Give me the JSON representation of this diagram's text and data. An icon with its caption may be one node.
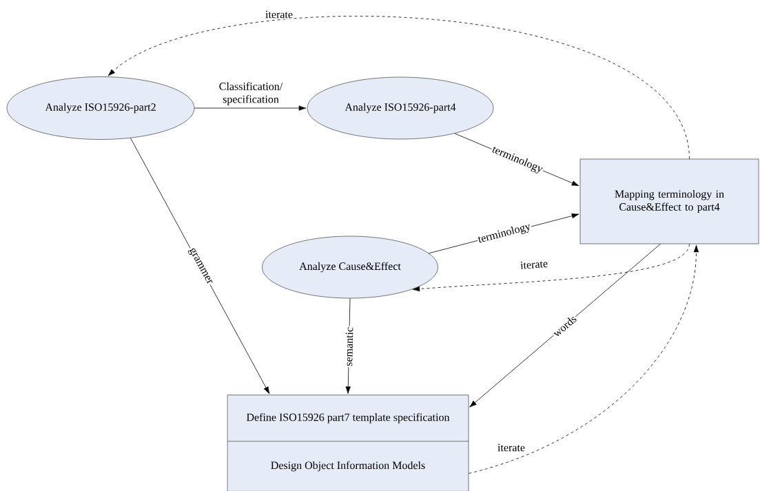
{
  "diagram": {
    "nodes": [
      {
        "text": [
          "Analyze ISO15926-part2"
        ]
      },
      {
        "text": [
          "Analyze ISO15926-part4"
        ]
      },
      {
        "text": [
          "Mapping terminology in Cause&Effect to part4"
        ]
      },
      {
        "text": [
          "Analyze Cause&Effect"
        ]
      },
      {
        "text": [
          "Define ISO15926 part7 template specification",
          "Design Object Information Models"
        ]
      }
    ],
    "edges": [
      {
        "from": 0,
        "to": 1,
        "arrow": "to",
        "label": "Classification/ specification"
      },
      {
        "from": 1,
        "to": 2,
        "arrow": "to",
        "label": "terminology"
      },
      {
        "from": 3,
        "to": 2,
        "arrow": "to",
        "label": "terminology"
      },
      {
        "from": 2,
        "to": 0,
        "arrow": "to",
        "label": "iterate",
        "style": "dashed"
      },
      {
        "from": 2,
        "to": 3,
        "arrow": "to",
        "label": "iterate",
        "style": "dashed"
      },
      {
        "from": 0,
        "to": 4,
        "arrow": "to",
        "label": "grammer"
      },
      {
        "from": 3,
        "to": 4,
        "arrow": "to",
        "label": "semantic"
      },
      {
        "from": 2,
        "to": 4,
        "arrow": "to",
        "label": "words"
      },
      {
        "from": 4,
        "to": 2,
        "arrow": "to",
        "label": "iterate",
        "style": "dashed"
      }
    ]
  }
}
